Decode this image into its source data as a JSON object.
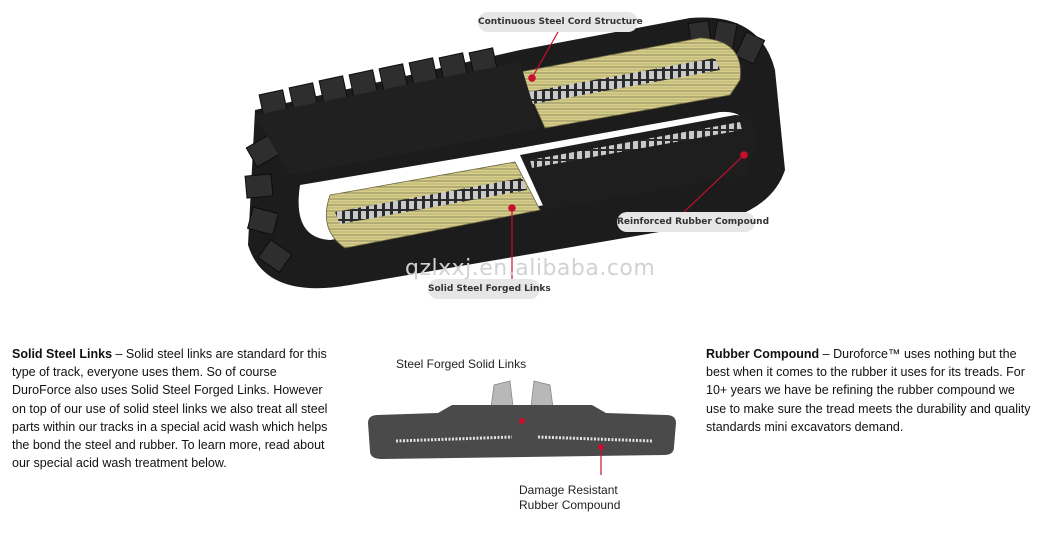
{
  "labels": {
    "steel_cord": "Continuous Steel Cord Structure",
    "rubber": "Reinforced Rubber Compound",
    "links": "Solid Steel Forged Links"
  },
  "watermark": "qzlxxj.en.alibaba.com",
  "left_text": {
    "heading": "Solid Steel Links",
    "body": " – Solid steel links are standard for this type of track, everyone uses them. So of course DuroForce also uses Solid Steel Forged Links. However on top of our use of solid steel links we also treat all steel parts within our tracks in a special acid wash which helps the bond the steel and rubber. To learn more, read about our special acid wash treatment below."
  },
  "cross_section": {
    "top_caption": "Steel Forged Solid Links",
    "bottom_caption_line1": "Damage Resistant",
    "bottom_caption_line2": "Rubber Compound"
  },
  "right_text": {
    "heading": "Rubber Compound",
    "body": " – Duroforce™ uses nothing but the best when it comes to the rubber it uses for its treads. For 10+ years we have be refining the rubber compound we use to make sure the tread meets the durability and quality standards mini excavators demand."
  },
  "colors": {
    "rubber": "#1c1c1c",
    "steel_cord": "#d8cf8a",
    "pointer": "#c8102e",
    "cross_section": "#4a4a4a",
    "steel_link": "#b8b8b8"
  }
}
